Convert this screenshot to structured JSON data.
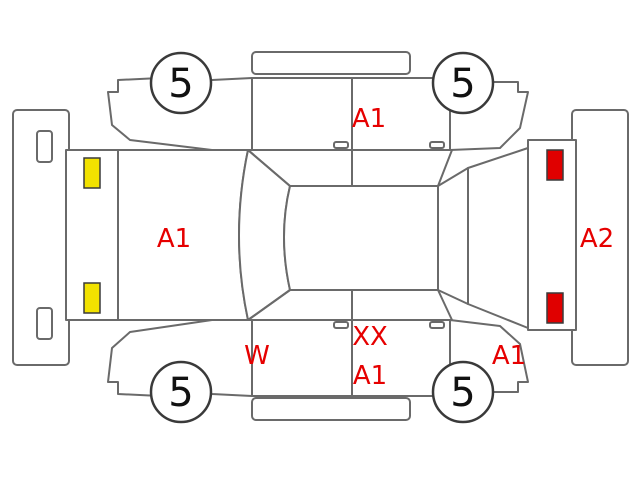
{
  "tires": {
    "front_left": "5",
    "front_right": "5",
    "rear_left": "5",
    "rear_right": "5"
  },
  "marks": {
    "roof_right_door": "A1",
    "hood": "A1",
    "rear_bumper": "A2",
    "left_rear_door_1": "XX",
    "left_rear_door_2": "A1",
    "left_front_door": "W",
    "left_rear_fender": "A1"
  },
  "colors": {
    "damage_text": "#e60000",
    "front_lamp": "#f2e200",
    "rear_lamp": "#e00000",
    "outline": "#6a6a6a"
  }
}
